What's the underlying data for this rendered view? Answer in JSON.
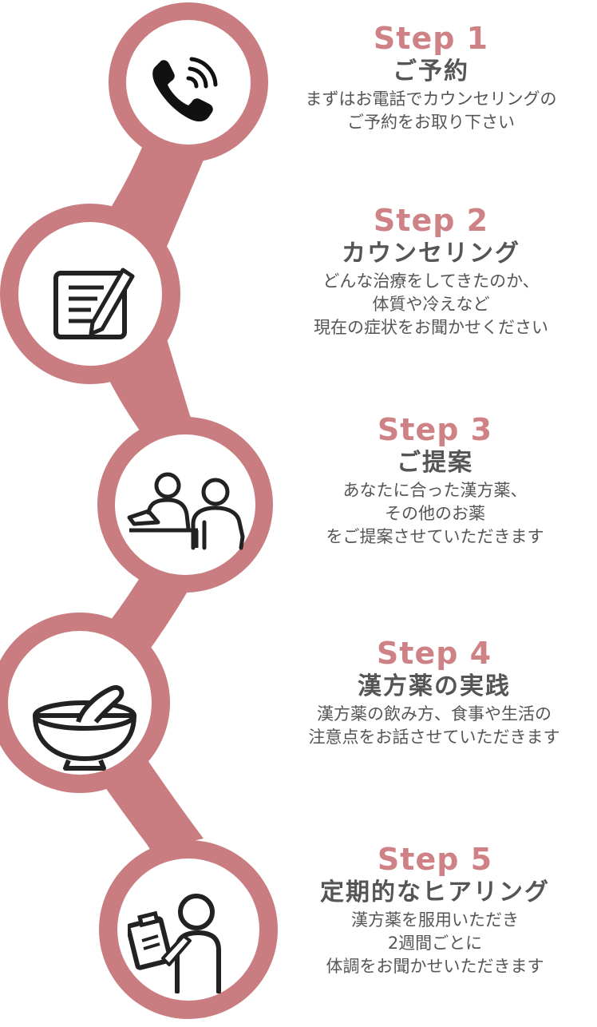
{
  "colors": {
    "accent": "#cf8285",
    "text": "#555555",
    "ring": "#c97d80"
  },
  "steps": [
    {
      "number": "Step 1",
      "title": "ご予約",
      "lines": [
        "まずはお電話でカウンセリングの",
        "ご予約をお取り下さい"
      ],
      "icon": "phone-icon"
    },
    {
      "number": "Step 2",
      "title": "カウンセリング",
      "lines": [
        "どんな治療をしてきたのか、",
        "体質や冷えなど",
        "現在の症状をお聞かせください"
      ],
      "icon": "notepad-pen-icon"
    },
    {
      "number": "Step 3",
      "title": "ご提案",
      "lines": [
        "あなたに合った漢方薬、",
        "その他のお薬",
        "をご提案させていただきます"
      ],
      "icon": "consultation-icon"
    },
    {
      "number": "Step 4",
      "title": "漢方薬の実践",
      "lines": [
        "漢方薬の飲み方、食事や生活の",
        "注意点をお話させていただきます"
      ],
      "icon": "mortar-pestle-icon"
    },
    {
      "number": "Step 5",
      "title": "定期的なヒアリング",
      "lines": [
        "漢方薬を服用いただき",
        "2週間ごとに",
        "体調をお聞かせいただきます"
      ],
      "icon": "hearing-clipboard-icon"
    }
  ]
}
